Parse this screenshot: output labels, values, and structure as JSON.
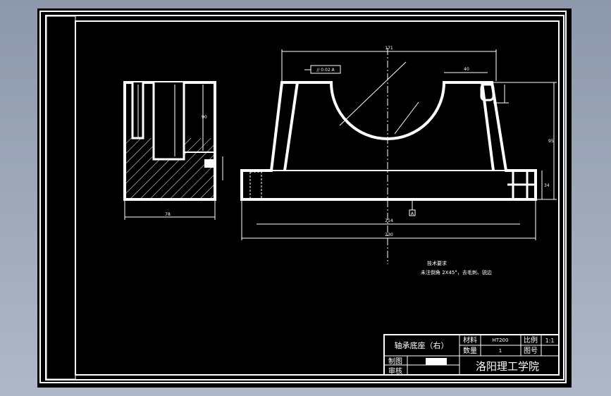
{
  "drawing": {
    "dim_labels": {
      "overall_width": "230",
      "base_width": "214",
      "top_span": "171",
      "top_right": "40",
      "height_total": "95",
      "height_right": "34",
      "side_width": "78",
      "side_height": "90"
    },
    "tolerance_box": "// 0.02 A",
    "datum_label": "A",
    "notes": {
      "heading": "技术要求",
      "line": "未注倒角 2X45°，去毛刺、锐边"
    }
  },
  "title_block": {
    "part_name": "轴承底座（右）",
    "material_label": "材料",
    "material_value": "HT200",
    "scale_label": "比例",
    "scale_value": "1:1",
    "quantity_label": "数量",
    "quantity_value": "1",
    "drawing_no_label": "图号",
    "drawn_by_label": "制图",
    "checked_by_label": "审核",
    "school": "洛阳理工学院"
  },
  "colors": {
    "sheet": "#000000",
    "lines": "#ffffff",
    "frame": "#8d98aa"
  }
}
